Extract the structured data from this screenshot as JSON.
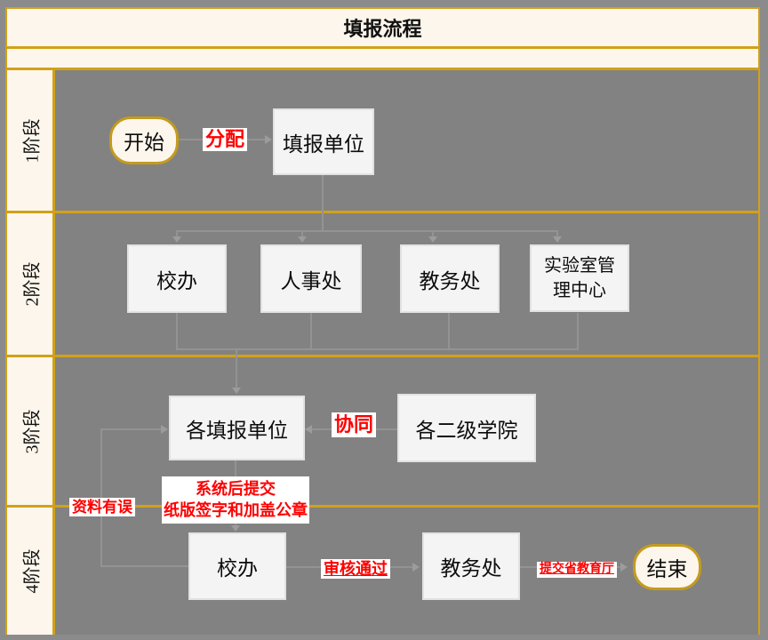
{
  "title": "填报流程",
  "lanes": [
    {
      "label": "1阶段"
    },
    {
      "label": "2阶段"
    },
    {
      "label": "3阶段"
    },
    {
      "label": "4阶段"
    }
  ],
  "nodes": {
    "start": "开始",
    "assign": "分配",
    "reporting_unit": "填报单位",
    "school_office_s2": "校办",
    "hr_office": "人事处",
    "academic_office_s2": "教务处",
    "lab_center": "实验室管理中心",
    "each_reporting_unit": "各填报单位",
    "collaborate": "协同",
    "secondary_colleges": "各二级学院",
    "material_error": "资料有误",
    "note_line1": "系统后提交",
    "note_line2": "纸版签字和加盖公章",
    "school_office_s4": "校办",
    "review_pass": "审核通过",
    "academic_office_s4": "教务处",
    "submit_provincial": "提交省教育厅",
    "end": "结束"
  },
  "colors": {
    "frame_gold": "#D2A117",
    "lane_gray": "#828282",
    "panel_cream": "#FDF6EC",
    "node_fill": "#F4F4F4",
    "highlight_red": "#FE0000",
    "connector_gray": "#939393"
  }
}
